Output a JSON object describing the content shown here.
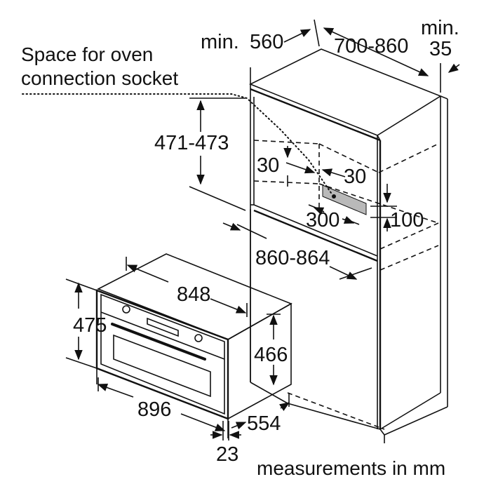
{
  "caption": {
    "socket_line1": "Space for oven",
    "socket_line2": "connection socket",
    "units": "measurements in mm"
  },
  "dimensions": {
    "min_label": "min.",
    "cabinet_depth": "560",
    "cabinet_height": "700-860",
    "side_gap": "35",
    "niche_height": "471-473",
    "socket_offset_left": "30",
    "socket_offset_right": "30",
    "socket_width": "300",
    "socket_height": "100",
    "niche_width": "860-864",
    "oven_body_width": "848",
    "oven_front_height": "475",
    "oven_body_height": "466",
    "oven_front_width": "896",
    "oven_depth": "554",
    "front_thickness": "23"
  },
  "colors": {
    "line": "#111111",
    "socket_fill": "#b9b9b9",
    "background": "#ffffff"
  }
}
